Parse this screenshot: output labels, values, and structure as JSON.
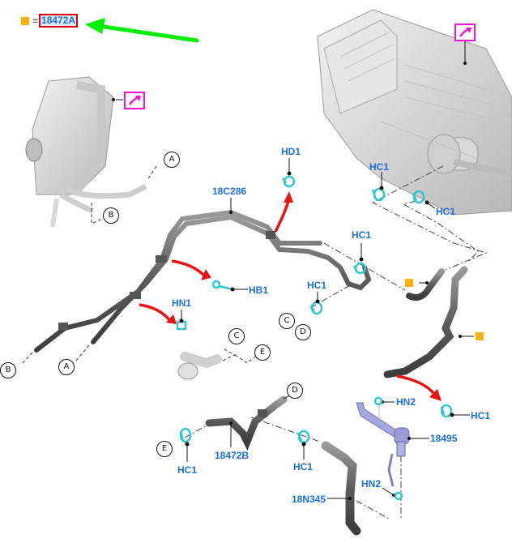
{
  "legend": {
    "marker_color": "#ffb000",
    "equals": "=",
    "part_code": "18472A",
    "highlight_border_color": "#e00000"
  },
  "colors": {
    "label": "#1a6fe0",
    "clip": "#2ec8d0",
    "arrow_red": "#ee1111",
    "arrow_green": "#00ee00",
    "link_magenta": "#ff10d0",
    "hose": "#6a6a6a",
    "valve": "#9a9ad8"
  },
  "part_labels": {
    "hd1": "HD1",
    "p18c286": "18C286",
    "hc1_top_left": "HC1",
    "hc1_top_right": "HC1",
    "hc1_mid": "HC1",
    "hc1_mid_left": "HC1",
    "hb1": "HB1",
    "hn1": "HN1",
    "hn2_top": "HN2",
    "hc1_right": "HC1",
    "p18495": "18495",
    "hc1_bottom_left": "HC1",
    "p18472b": "18472B",
    "hc1_bottom_mid": "HC1",
    "hn2_bottom": "HN2",
    "p18n345": "18N345"
  },
  "connector_refs": {
    "a_top": "A",
    "b_top": "B",
    "b_left": "B",
    "a_left": "A",
    "c_mid": "C",
    "d_mid": "D",
    "c_lower": "C",
    "e_lower": "E",
    "d_lower": "D",
    "e_left": "E"
  },
  "link_icons": [
    "external-link-icon",
    "external-link-icon"
  ]
}
